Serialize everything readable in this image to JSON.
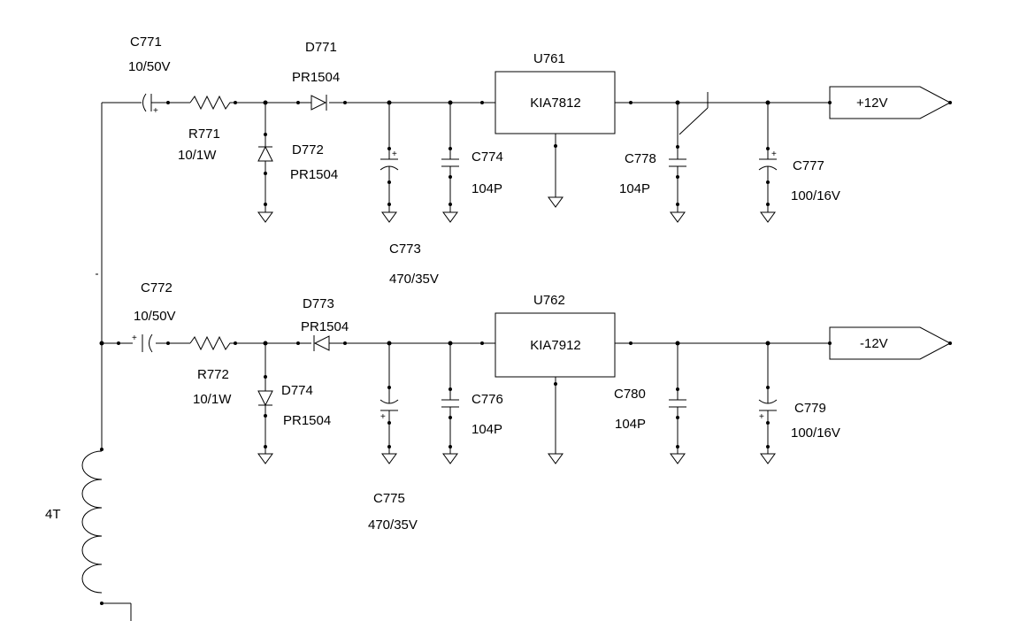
{
  "supply": {
    "coil_label": "4T",
    "positive": {
      "c_in": {
        "ref": "C771",
        "value": "10/50V"
      },
      "r": {
        "ref": "R771",
        "value": "10/1W"
      },
      "d_series": {
        "ref": "D771",
        "value": "PR1504"
      },
      "d_shunt": {
        "ref": "D772",
        "value": "PR1504"
      },
      "c_bulk": {
        "ref": "C773",
        "value": "470/35V"
      },
      "c_hf_in": {
        "ref": "C774",
        "value": "104P"
      },
      "reg": {
        "ref": "U761",
        "part": "KIA7812"
      },
      "c_hf_out": {
        "ref": "C778",
        "value": "104P"
      },
      "c_out": {
        "ref": "C777",
        "value": "100/16V"
      },
      "port": "+12V"
    },
    "negative": {
      "c_in": {
        "ref": "C772",
        "value": "10/50V"
      },
      "r": {
        "ref": "R772",
        "value": "10/1W"
      },
      "d_series": {
        "ref": "D773",
        "value": "PR1504"
      },
      "d_shunt": {
        "ref": "D774",
        "value": "PR1504"
      },
      "c_bulk": {
        "ref": "C775",
        "value": "470/35V"
      },
      "c_hf_in": {
        "ref": "C776",
        "value": "104P"
      },
      "reg": {
        "ref": "U762",
        "part": "KIA7912"
      },
      "c_hf_out": {
        "ref": "C780",
        "value": "104P"
      },
      "c_out": {
        "ref": "C779",
        "value": "100/16V"
      },
      "port": "-12V"
    },
    "polarity_mark": "+"
  }
}
